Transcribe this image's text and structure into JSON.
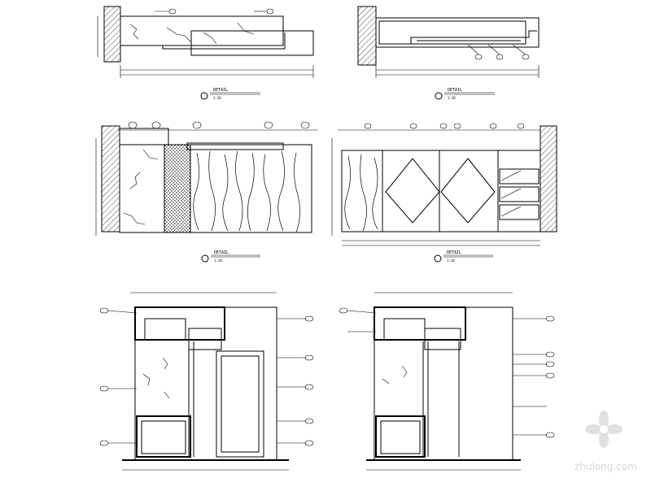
{
  "sheet": {
    "views": [
      {
        "id": "view-1",
        "title": "DETAIL",
        "scale": "1:20"
      },
      {
        "id": "view-2",
        "title": "DETAIL",
        "scale": "1:20"
      },
      {
        "id": "view-3",
        "title": "DETAIL",
        "scale": "1:20"
      },
      {
        "id": "view-4",
        "title": "DETAIL",
        "scale": "1:20"
      }
    ]
  },
  "watermark": {
    "text": "zhulong.com",
    "color": "#b5b5b5"
  },
  "colors": {
    "line": "#000000",
    "background": "#ffffff"
  }
}
